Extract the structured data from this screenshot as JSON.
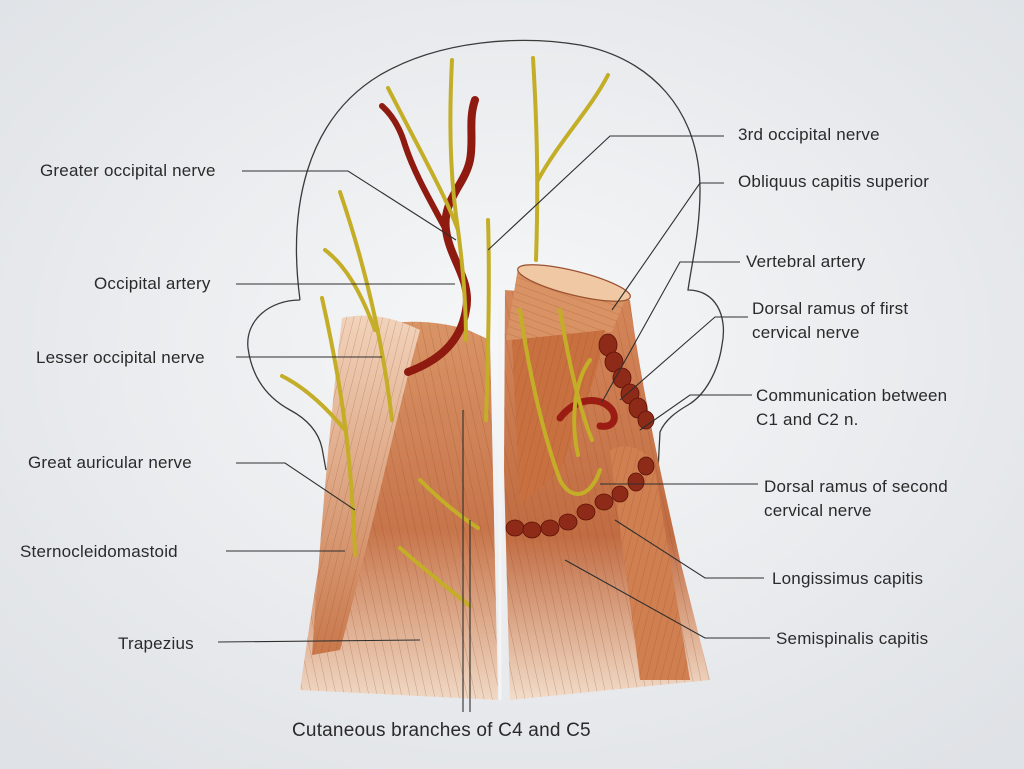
{
  "colors": {
    "background": "#e9ebee",
    "muscle": "#c97a4a",
    "muscle_light": "#ecc7a6",
    "artery": "#8b1a12",
    "nerve": "#c8b42c",
    "outline": "#3a3a3a",
    "leader": "#2f2f2f"
  },
  "labels_left": {
    "greater_occipital_nerve": "Greater occipital nerve",
    "occipital_artery": "Occipital artery",
    "lesser_occipital_nerve": "Lesser occipital nerve",
    "great_auricular_nerve": "Great auricular nerve",
    "sternocleidomastoid": "Sternocleidomastoid",
    "trapezius": "Trapezius"
  },
  "labels_right": {
    "third_occipital_nerve": "3rd occipital nerve",
    "obliquus_capitis_superior": "Obliquus capitis superior",
    "vertebral_artery": "Vertebral artery",
    "dorsal_ramus_first_line1": "Dorsal ramus of first",
    "dorsal_ramus_first_line2": "cervical nerve",
    "communication_line1": "Communication between",
    "communication_line2": "C1 and C2 n.",
    "dorsal_ramus_second_line1": "Dorsal ramus of second",
    "dorsal_ramus_second_line2": "cervical nerve",
    "longissimus_capitis": "Longissimus capitis",
    "semispinalis_capitis": "Semispinalis capitis"
  },
  "label_bottom": {
    "cutaneous_branches": "Cutaneous branches of C4 and C5"
  }
}
